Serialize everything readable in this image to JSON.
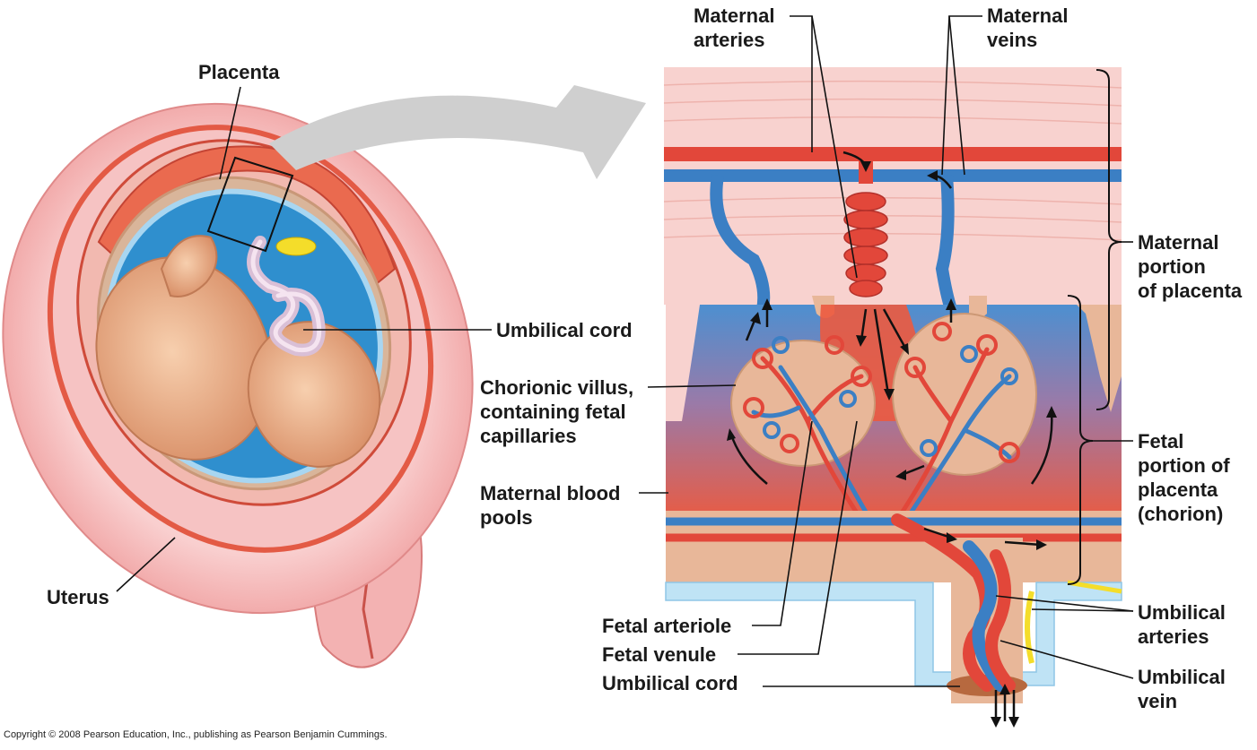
{
  "labels": {
    "placenta": "Placenta",
    "uterus": "Uterus",
    "umbilical_cord_left": "Umbilical cord",
    "chorionic_villus": [
      "Chorionic villus,",
      "containing fetal",
      "capillaries"
    ],
    "maternal_blood_pools": [
      "Maternal blood",
      "pools"
    ],
    "maternal_arteries": [
      "Maternal",
      "arteries"
    ],
    "maternal_veins": [
      "Maternal",
      "veins"
    ],
    "maternal_portion": [
      "Maternal",
      "portion",
      "of placenta"
    ],
    "fetal_portion": [
      "Fetal",
      "portion of",
      "placenta",
      "(chorion)"
    ],
    "umbilical_arteries": [
      "Umbilical",
      "arteries"
    ],
    "umbilical_vein": [
      "Umbilical",
      "vein"
    ],
    "fetal_arteriole": "Fetal arteriole",
    "fetal_venule": "Fetal venule",
    "umbilical_cord_bottom": "Umbilical cord"
  },
  "copyright": "Copyright © 2008 Pearson Education, Inc., publishing as Pearson Benjamin Cummings.",
  "colors": {
    "artery": "#e2473a",
    "vein": "#3b7fc4",
    "tissue": "#f4c2c2",
    "amniotic": "#2f8fce",
    "villus": "#e8b799",
    "skin": "#e9a77f"
  }
}
